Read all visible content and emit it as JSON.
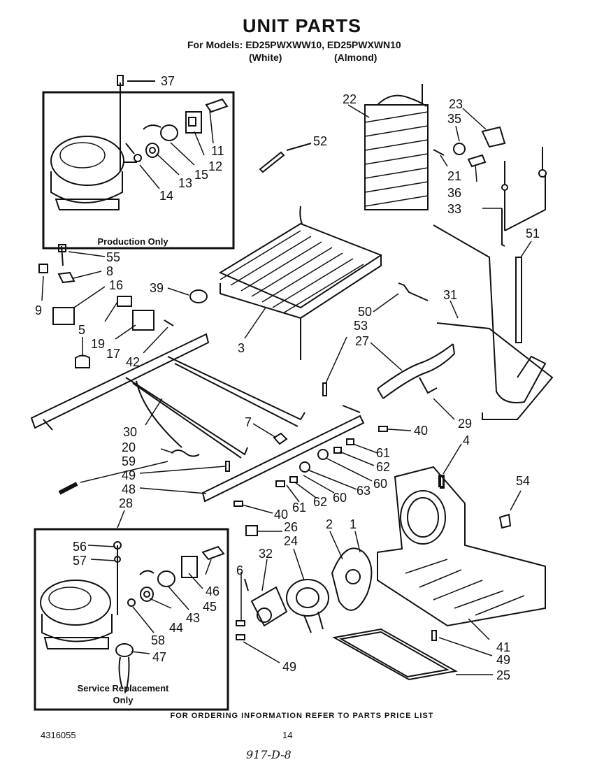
{
  "header": {
    "title": "UNIT PARTS",
    "models": "For Models: ED25PWXWW10, ED25PWXWN10",
    "variant_white": "(White)",
    "variant_almond": "(Almond)"
  },
  "boxes": {
    "production_caption": "Production Only",
    "service_caption_line1": "Service Replacement",
    "service_caption_line2": "Only"
  },
  "callouts": {
    "c37": "37",
    "c22": "22",
    "c23": "23",
    "c35": "35",
    "c52": "52",
    "c11": "11",
    "c12": "12",
    "c15": "15",
    "c13": "13",
    "c14": "14",
    "c21": "21",
    "c36": "36",
    "c33": "33",
    "c51": "51",
    "c55": "55",
    "c8": "8",
    "c9": "9",
    "c16": "16",
    "c39": "39",
    "c3": "3",
    "c50": "50",
    "c53": "53",
    "c27": "27",
    "c31": "31",
    "c19": "19",
    "c17": "17",
    "c42": "42",
    "c5": "5",
    "c29": "29",
    "c7": "7",
    "c30": "30",
    "c20": "20",
    "c59": "59",
    "c49a": "49",
    "c48": "48",
    "c40a": "40",
    "c4": "4",
    "c61a": "61",
    "c62a": "62",
    "c60a": "60",
    "c63": "63",
    "c61b": "61",
    "c62b": "62",
    "c60b": "60",
    "c54": "54",
    "c40b": "40",
    "c28": "28",
    "c26": "26",
    "c24": "24",
    "c2": "2",
    "c1": "1",
    "c56": "56",
    "c57": "57",
    "c32": "32",
    "c6": "6",
    "c46": "46",
    "c45": "45",
    "c44": "44",
    "c43": "43",
    "c58": "58",
    "c47": "47",
    "c41": "41",
    "c49b": "49",
    "c49c": "49",
    "c25": "25"
  },
  "footer": {
    "ordering_note": "FOR ORDERING INFORMATION REFER TO PARTS PRICE LIST",
    "doc_number": "4316055",
    "page_number": "14",
    "handwritten_note": "917-D-8"
  }
}
